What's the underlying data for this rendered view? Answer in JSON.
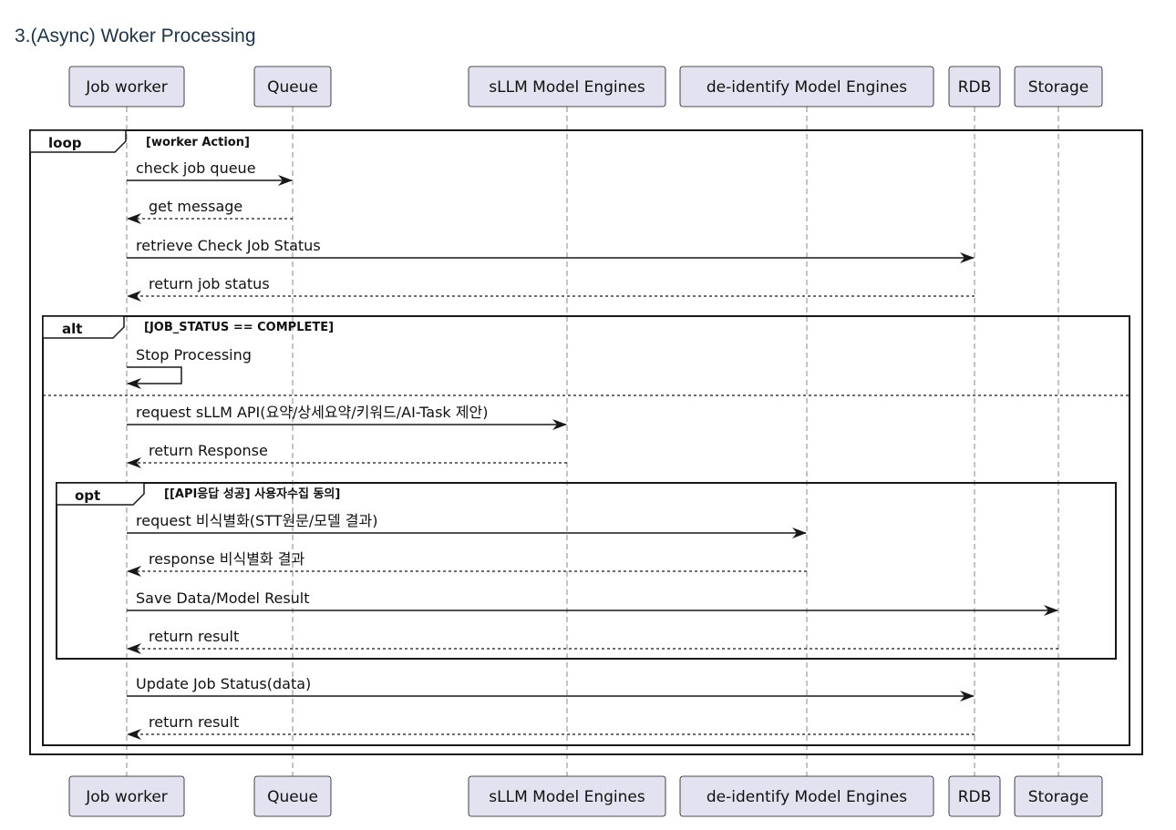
{
  "page": {
    "title": "3.(Async) Woker Processing"
  },
  "participants": [
    {
      "id": "job_worker",
      "label": "Job worker"
    },
    {
      "id": "queue",
      "label": "Queue"
    },
    {
      "id": "sllm",
      "label": "sLLM Model Engines"
    },
    {
      "id": "deid",
      "label": "de-identify Model Engines"
    },
    {
      "id": "rdb",
      "label": "RDB"
    },
    {
      "id": "storage",
      "label": "Storage"
    }
  ],
  "frames": {
    "loop": {
      "label": "loop",
      "guard": "[worker Action]"
    },
    "alt": {
      "label": "alt",
      "guard": "[JOB_STATUS == COMPLETE]"
    },
    "opt": {
      "label": "opt",
      "guard": "[[API응답 성공] 사용자수집 동의]"
    }
  },
  "messages": [
    {
      "from": "job_worker",
      "to": "queue",
      "label": "check job queue",
      "type": "sync"
    },
    {
      "from": "queue",
      "to": "job_worker",
      "label": "get message",
      "type": "return"
    },
    {
      "from": "job_worker",
      "to": "rdb",
      "label": "retrieve Check Job Status",
      "type": "sync"
    },
    {
      "from": "rdb",
      "to": "job_worker",
      "label": "return job status",
      "type": "return"
    },
    {
      "from": "job_worker",
      "to": "job_worker",
      "label": "Stop Processing",
      "type": "self"
    },
    {
      "from": "job_worker",
      "to": "sllm",
      "label": "request sLLM API(요약/상세요약/키워드/AI-Task 제안)",
      "type": "sync"
    },
    {
      "from": "sllm",
      "to": "job_worker",
      "label": "return Response",
      "type": "return"
    },
    {
      "from": "job_worker",
      "to": "deid",
      "label": "request 비식별화(STT원문/모델 결과)",
      "type": "sync"
    },
    {
      "from": "deid",
      "to": "job_worker",
      "label": "response 비식별화 결과",
      "type": "return"
    },
    {
      "from": "job_worker",
      "to": "storage",
      "label": "Save Data/Model Result",
      "type": "sync"
    },
    {
      "from": "storage",
      "to": "job_worker",
      "label": "return result",
      "type": "return"
    },
    {
      "from": "job_worker",
      "to": "rdb",
      "label": "Update Job Status(data)",
      "type": "sync"
    },
    {
      "from": "rdb",
      "to": "job_worker",
      "label": "return result",
      "type": "return"
    }
  ],
  "colors": {
    "participant_fill": "#e2e2f0",
    "participant_border": "#181818",
    "line": "#181818",
    "lifeline": "#8a8a8a",
    "title": "#1f3349"
  }
}
